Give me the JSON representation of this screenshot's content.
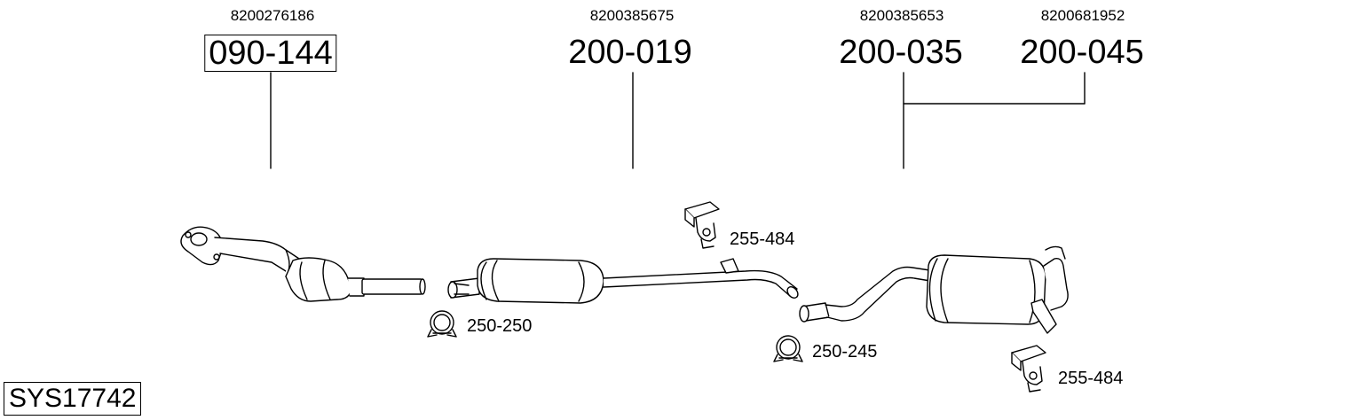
{
  "diagram": {
    "system_code": "SYS17742",
    "groups": [
      {
        "oem": "8200276186",
        "part": "090-144"
      },
      {
        "oem": "8200385675",
        "part": "200-019"
      },
      {
        "oem": "8200385653",
        "part": "200-035"
      },
      {
        "oem": "8200681952",
        "part": "200-045"
      }
    ],
    "accessories": [
      {
        "part": "255-484",
        "icon": "hanger-icon"
      },
      {
        "part": "250-250",
        "icon": "clamp-icon"
      },
      {
        "part": "250-245",
        "icon": "clamp-icon"
      },
      {
        "part": "255-484",
        "icon": "hanger-icon"
      }
    ]
  }
}
